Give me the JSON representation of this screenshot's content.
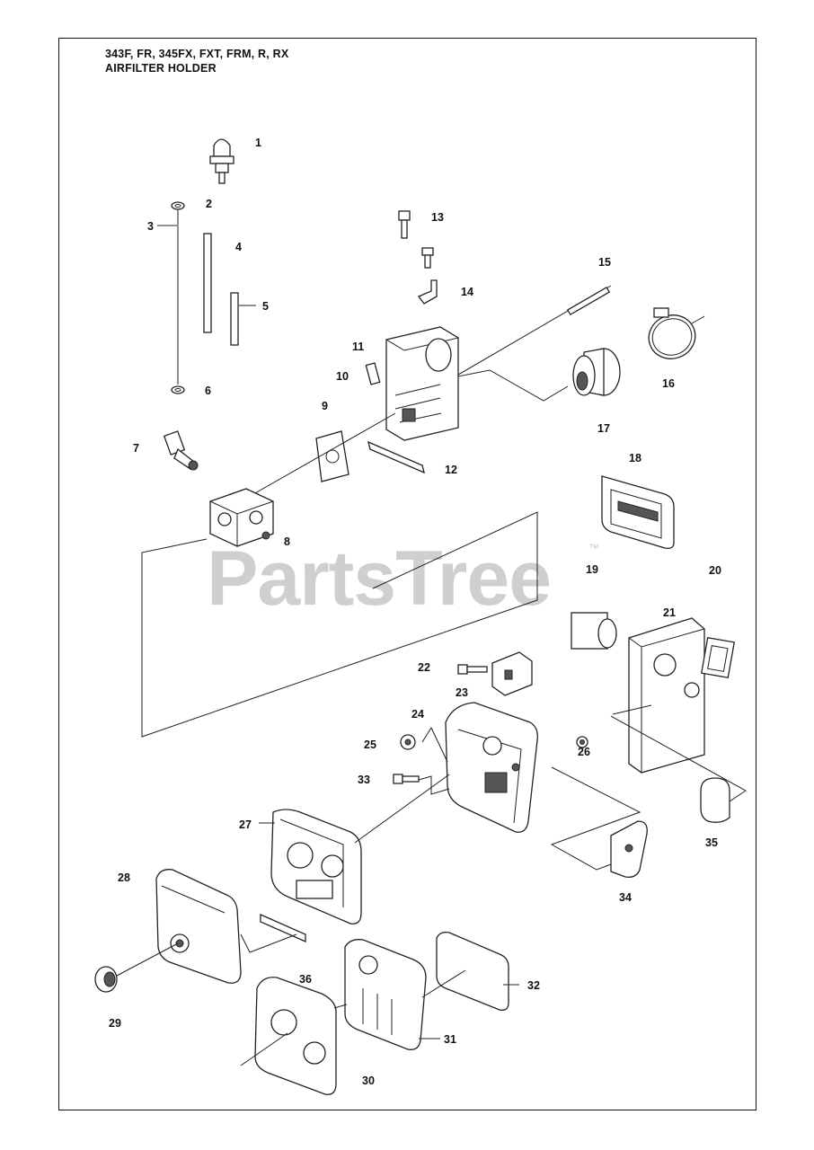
{
  "header": {
    "models": "343F, FR, 345FX, FXT, FRM, R, RX",
    "section": "AIRFILTER HOLDER"
  },
  "watermark": {
    "brand": "PartsTree",
    "mark": "™"
  },
  "callouts": [
    "1",
    "2",
    "3",
    "4",
    "5",
    "6",
    "7",
    "8",
    "9",
    "10",
    "11",
    "12",
    "13",
    "14",
    "15",
    "16",
    "17",
    "18",
    "19",
    "20",
    "21",
    "22",
    "23",
    "24",
    "25",
    "26",
    "27",
    "28",
    "29",
    "30",
    "31",
    "32",
    "33",
    "34",
    "35",
    "36"
  ]
}
